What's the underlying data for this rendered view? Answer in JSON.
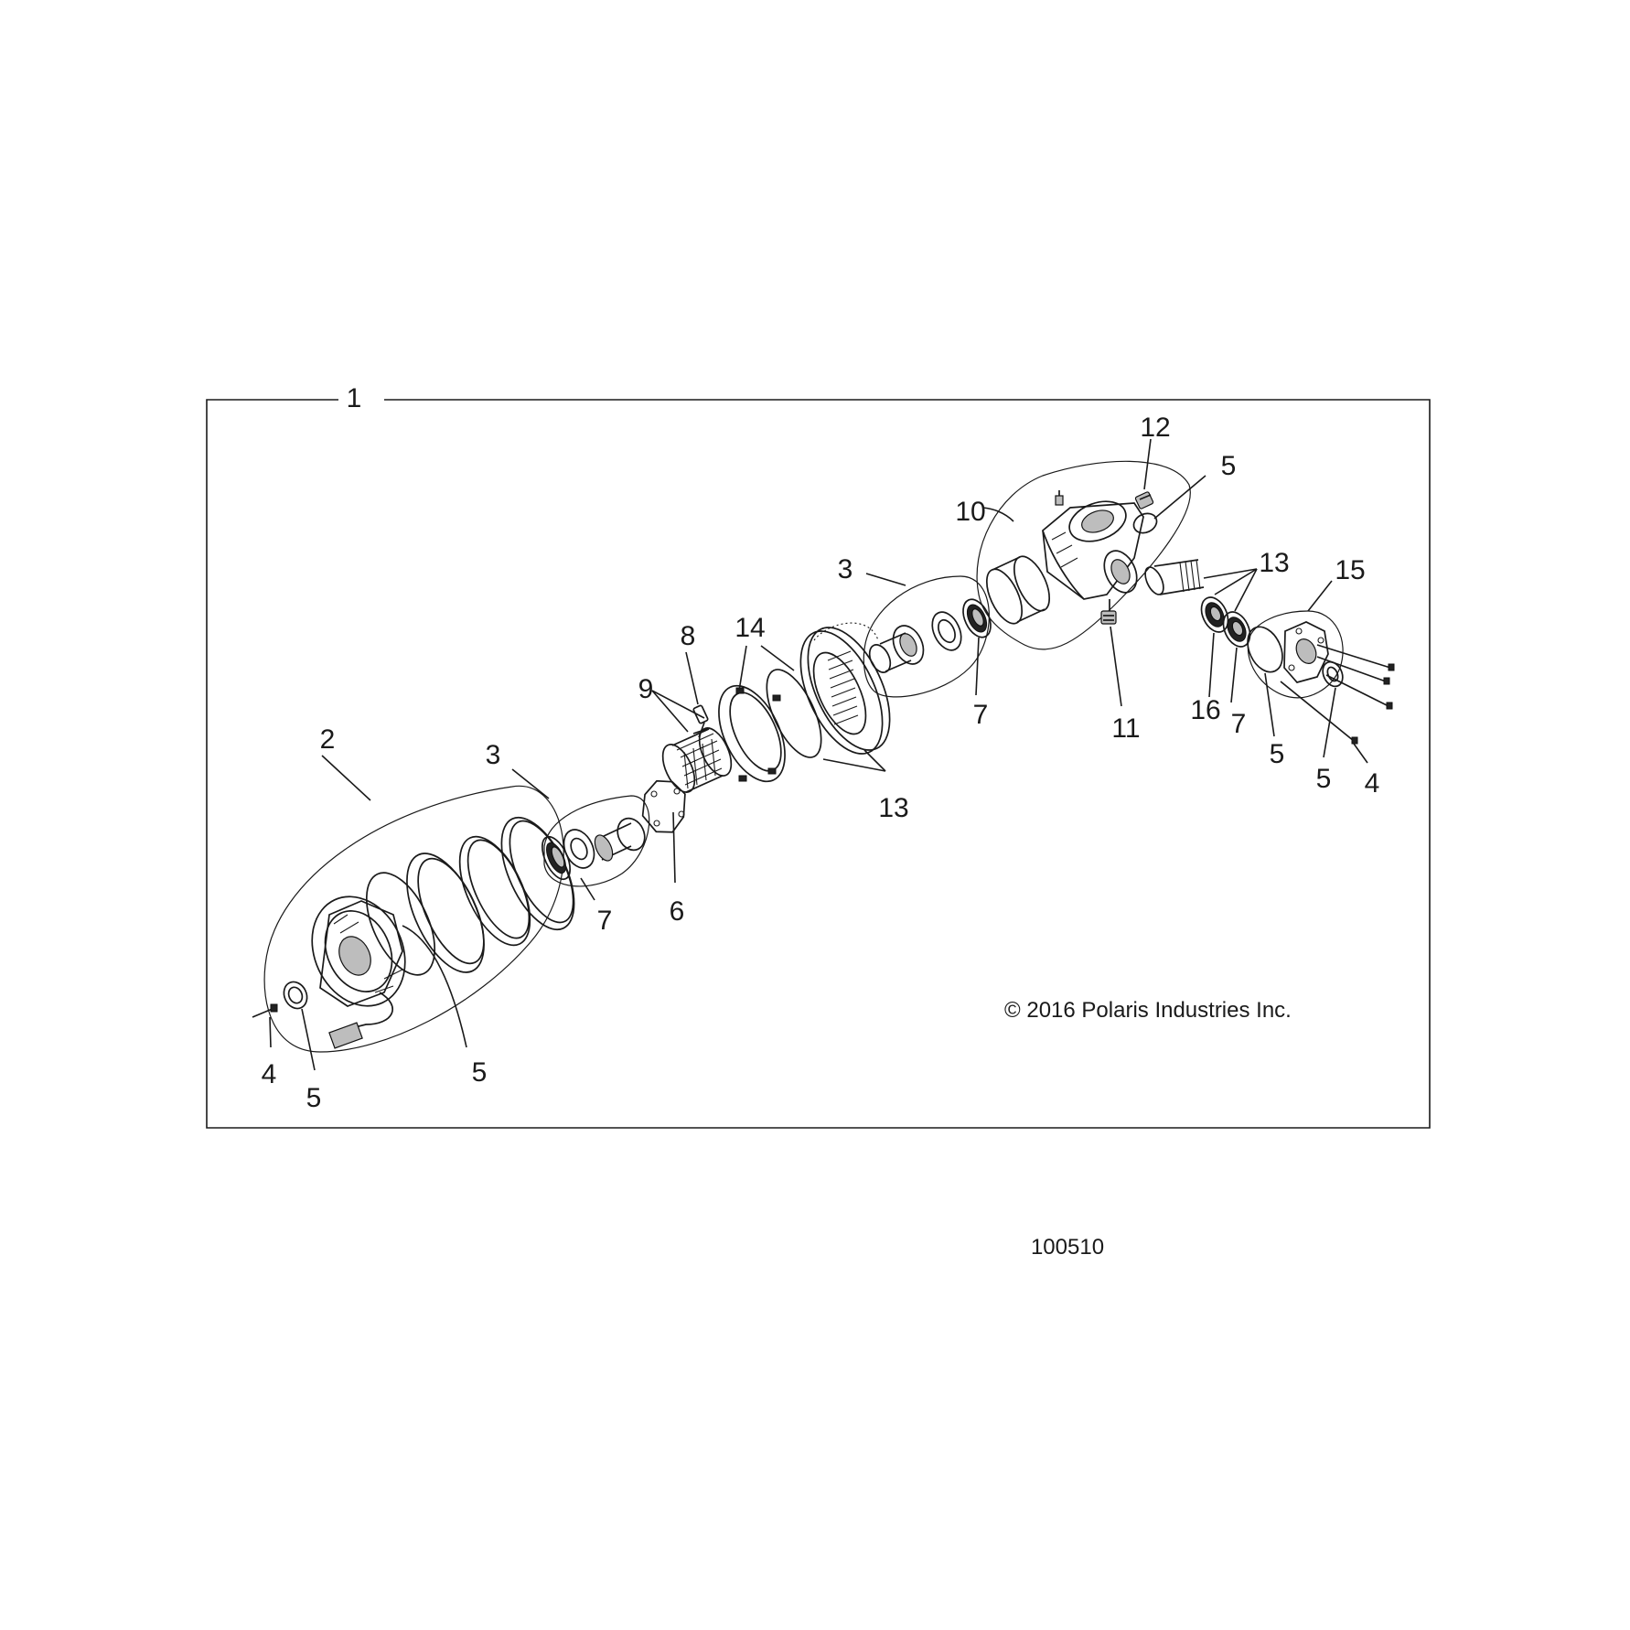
{
  "diagram": {
    "assembly_callout": "1",
    "callouts": {
      "c2": "2",
      "c3_left": "3",
      "c3_right": "3",
      "c4_left": "4",
      "c4_right": "4",
      "c5_left_a": "5",
      "c5_left_b": "5",
      "c5_top": "5",
      "c5_right_a": "5",
      "c5_right_b": "5",
      "c6": "6",
      "c7_left": "7",
      "c7_mid": "7",
      "c7_right": "7",
      "c8": "8",
      "c9": "9",
      "c10": "10",
      "c11": "11",
      "c12": "12",
      "c13_mid": "13",
      "c13_right": "13",
      "c14": "14",
      "c15": "15",
      "c16": "16"
    },
    "copyright": "© 2016 Polaris Industries Inc.",
    "figure_number": "100510"
  }
}
